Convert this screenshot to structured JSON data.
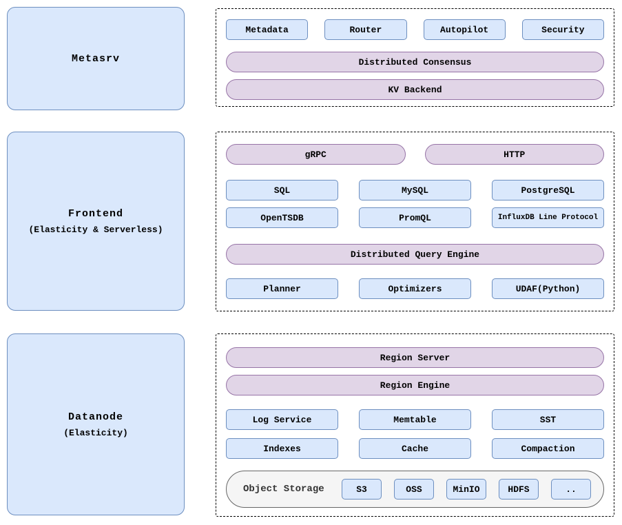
{
  "diagram": {
    "metasrv": {
      "title": "Metasrv"
    },
    "frontend": {
      "title": "Frontend",
      "subtitle": "(Elasticity & Serverless)"
    },
    "datanode": {
      "title": "Datanode",
      "subtitle": "(Elasticity)"
    },
    "metasrv_panel": {
      "components": [
        "Metadata",
        "Router",
        "Autopilot",
        "Security"
      ],
      "consensus_pill": "Distributed Consensus",
      "kv_pill": "KV Backend"
    },
    "frontend_panel": {
      "rpc_pills": [
        "gRPC",
        "HTTP"
      ],
      "protocols_row1": [
        "SQL",
        "MySQL",
        "PostgreSQL"
      ],
      "protocols_row2": [
        "OpenTSDB",
        "PromQL",
        "InfluxDB Line Protocol"
      ],
      "query_engine_pill": "Distributed Query Engine",
      "engine_components": [
        "Planner",
        "Optimizers",
        "UDAF(Python)"
      ]
    },
    "datanode_panel": {
      "region_pills": [
        "Region Server",
        "Region Engine"
      ],
      "components_row1": [
        "Log Service",
        "Memtable",
        "SST"
      ],
      "components_row2": [
        "Indexes",
        "Cache",
        "Compaction"
      ],
      "object_storage": {
        "label": "Object Storage",
        "backends": [
          "S3",
          "OSS",
          "MinIO",
          "HDFS",
          ".."
        ]
      }
    },
    "colors": {
      "node_fill": "#dae8fc",
      "node_border": "#6c8ebf",
      "pill_fill": "#e1d5e7",
      "pill_border": "#9673a6",
      "storage_fill": "#f5f5f5",
      "storage_border": "#666666",
      "dashed_border": "#000000",
      "storage_label_color": "#333333"
    }
  }
}
